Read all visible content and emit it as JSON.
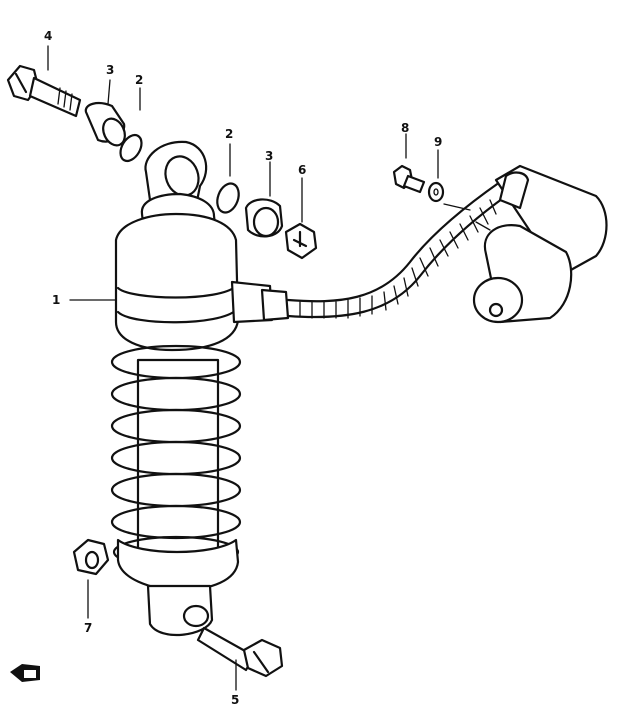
{
  "callouts": [
    {
      "id": "1",
      "label": "1"
    },
    {
      "id": "2a",
      "label": "2"
    },
    {
      "id": "2b",
      "label": "2"
    },
    {
      "id": "3a",
      "label": "3"
    },
    {
      "id": "3b",
      "label": "3"
    },
    {
      "id": "4",
      "label": "4"
    },
    {
      "id": "5",
      "label": "5"
    },
    {
      "id": "6",
      "label": "6"
    },
    {
      "id": "7",
      "label": "7"
    },
    {
      "id": "8",
      "label": "8"
    },
    {
      "id": "9",
      "label": "9"
    }
  ],
  "parts": [
    "shock-absorber",
    "o-ring",
    "spacer",
    "bolt",
    "bolt",
    "nut",
    "nut",
    "bolt",
    "washer",
    "remote-reservoir",
    "hose"
  ],
  "front_mark": "FWD-arrow-icon"
}
